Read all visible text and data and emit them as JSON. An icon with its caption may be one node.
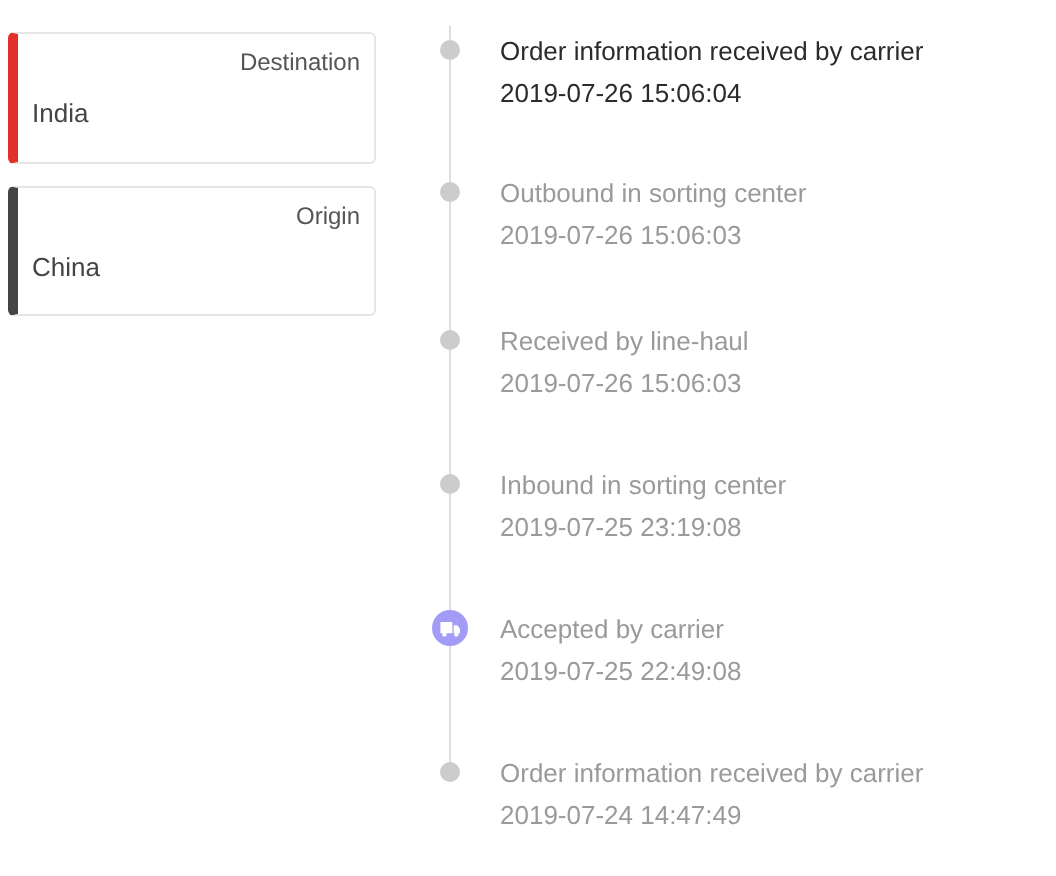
{
  "diagram": {
    "nodes": [
      {
        "text": [
          "Destination",
          "India"
        ]
      },
      {
        "text": [
          "Origin",
          "China"
        ]
      },
      {
        "text": [],
        "shape": "circle",
        "beside": [
          "Order information received by carrier",
          "2019-07-26 15:06:04"
        ]
      },
      {
        "text": [],
        "shape": "circle",
        "beside": [
          "Outbound in sorting center",
          "2019-07-26 15:06:03"
        ]
      },
      {
        "text": [],
        "shape": "circle",
        "beside": [
          "Received by line-haul",
          "2019-07-26 15:06:03"
        ]
      },
      {
        "text": [],
        "shape": "circle",
        "beside": [
          "Inbound in sorting center",
          "2019-07-25 23:19:08"
        ]
      },
      {
        "text": [],
        "shape": "circle",
        "beside": [
          "Accepted by carrier",
          "2019-07-25 22:49:08"
        ]
      },
      {
        "text": [],
        "shape": "circle",
        "beside": [
          "Order information received by carrier",
          "2019-07-24 14:47:49"
        ]
      }
    ],
    "edges": [
      {
        "from": null,
        "to": 2,
        "arrow": "none"
      },
      {
        "from": 2,
        "to": 3,
        "arrow": "none"
      },
      {
        "from": 3,
        "to": 4,
        "arrow": "none"
      },
      {
        "from": 4,
        "to": 5,
        "arrow": "none"
      },
      {
        "from": 5,
        "to": 6,
        "arrow": "none"
      },
      {
        "from": 6,
        "to": 7,
        "arrow": "none"
      }
    ]
  }
}
